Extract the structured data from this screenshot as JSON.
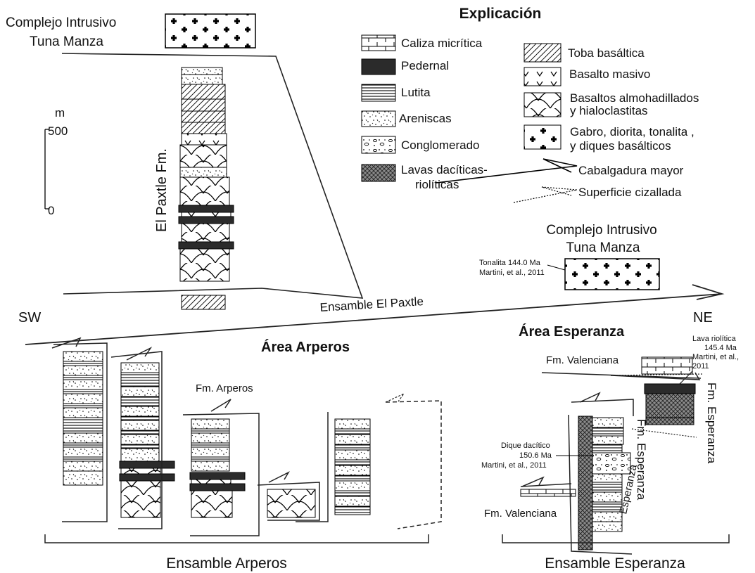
{
  "title": "Explicación",
  "top_label": {
    "line1": "Complejo Intrusivo",
    "line2": "Tuna Manza"
  },
  "mid_label": {
    "line1": "Complejo Intrusivo",
    "line2": "Tuna Manza"
  },
  "tonalita_note": {
    "line1": "Tonalita 144.0 Ma",
    "line2": "Martini, et al., 2011"
  },
  "formation_vertical": "El Paxtle Fm.",
  "scale": {
    "unit": "m",
    "top": "500",
    "bottom": "0"
  },
  "legend": {
    "caliza": "Caliza micrítica",
    "pedernal": "Pedernal",
    "lutita": "Lutita",
    "areniscas": "Areniscas",
    "conglomerado": "Conglomerado",
    "lavas_1": "Lavas dacíticas-",
    "lavas_2": "riolíticas",
    "toba": "Toba basáltica",
    "basalto": "Basalto masivo",
    "almohadillados_1": "Basaltos almohadillados",
    "almohadillados_2": "y hialoclastitas",
    "gabro_1": "Gabro, diorita, tonalita ,",
    "gabro_2": "y diques basálticos",
    "cabalgadura": "Cabalgadura mayor",
    "superficie": "Superficie  cizallada"
  },
  "labels": {
    "sw": "SW",
    "ne": "NE",
    "ensamble_paxtle": "Ensamble El Paxtle",
    "area_arperos": "Área Arperos",
    "area_esperanza": "Área Esperanza",
    "fm_arperos": "Fm. Arperos",
    "fm_valenciana_top": "Fm. Valenciana",
    "fm_valenciana_bottom": "Fm. Valenciana",
    "fm_esperanza_right": "Fm. Esperanza",
    "fm_esperanza_mid": "Fm. Esperanza",
    "esperanza_bottom": "Esperanza",
    "lava_1": "Lava riolítica",
    "lava_2": "145.4 Ma",
    "lava_3": "Martini, et al.,",
    "lava_4": "2011",
    "dique_1": "Dique dacítico",
    "dique_2": "150.6 Ma",
    "dique_3": "Martini, et al., 2011",
    "ensamble_arperos": "Ensamble Arperos",
    "ensamble_esperanza": "Ensamble Esperanza"
  },
  "colors": {
    "ink": "#111111",
    "pedernal": "#2b2b2b",
    "dacite": "#8a8a8a"
  }
}
